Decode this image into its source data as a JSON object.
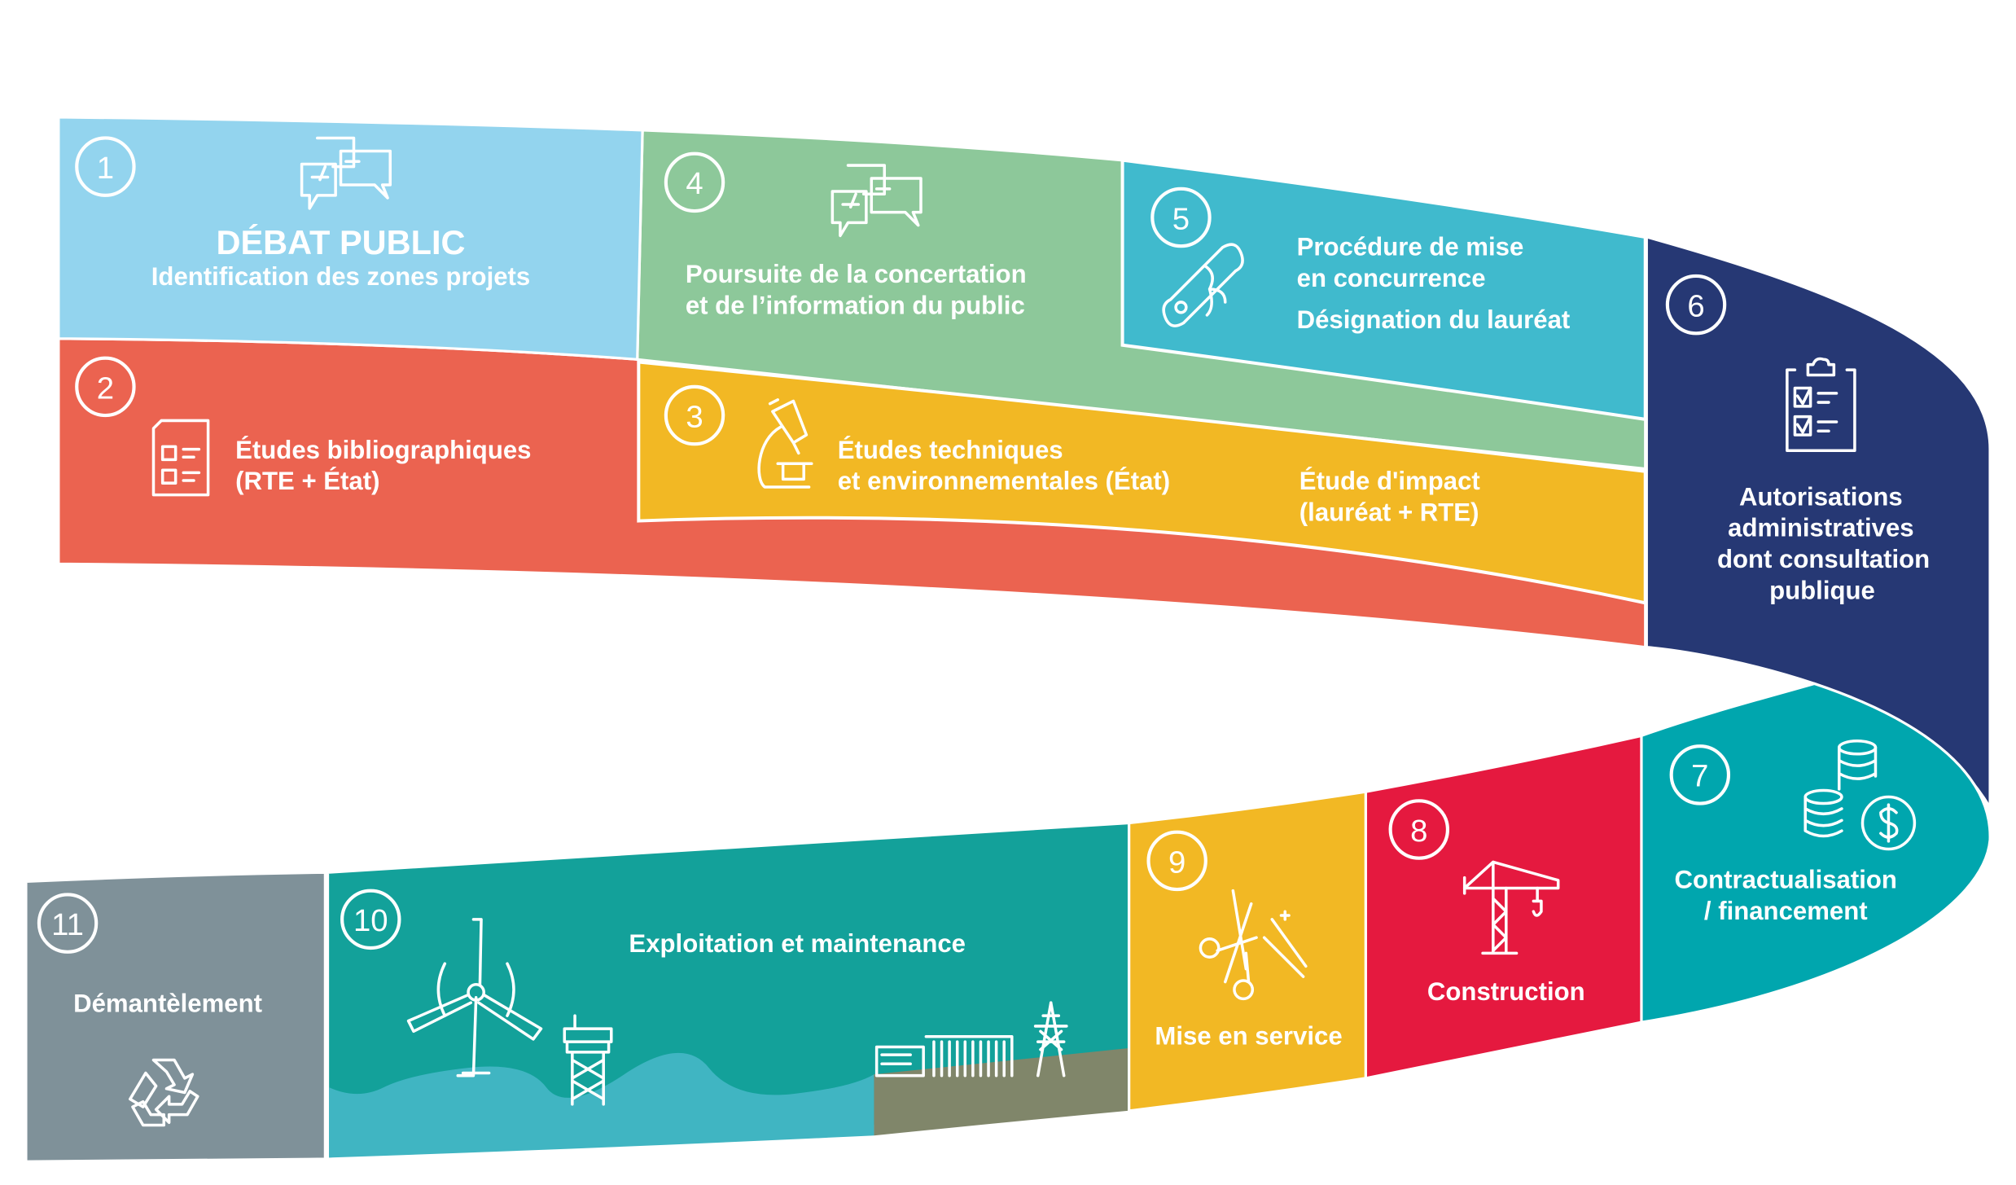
{
  "colors": {
    "step1": "#93D4EE",
    "step2": "#EB6350",
    "step3": "#F2B824",
    "step4": "#8DC89A",
    "step5": "#40BACD",
    "step6": "#263874",
    "step7": "#00A6AE",
    "step8": "#E5193F",
    "step9": "#F2B824",
    "step10": "#13A19A",
    "step11": "#7F9199",
    "water": "#40B5C2",
    "land": "#80866A"
  },
  "steps": [
    {
      "number": "1",
      "title": "DÉBAT PUBLIC",
      "lines": [
        "Identification des zones projets"
      ],
      "icon": "chat-bubbles-icon"
    },
    {
      "number": "2",
      "lines": [
        "Études bibliographiques",
        "(RTE + État)"
      ],
      "icon": "checklist-document-icon"
    },
    {
      "number": "3",
      "lines": [
        "Études techniques",
        "et environnementales (État)"
      ],
      "extra_lines": [
        "Étude d'impact",
        "(lauréat + RTE)"
      ],
      "icon": "microscope-icon"
    },
    {
      "number": "4",
      "lines": [
        "Poursuite de la concertation",
        "et de l’information du public"
      ],
      "icon": "chat-bubbles-icon"
    },
    {
      "number": "5",
      "lines": [
        "Procédure de mise",
        "en concurrence",
        "Désignation du lauréat"
      ],
      "icon": "scroll-diploma-icon"
    },
    {
      "number": "6",
      "lines": [
        "Autorisations",
        "administratives",
        "dont consultation",
        "publique"
      ],
      "icon": "clipboard-checklist-icon"
    },
    {
      "number": "7",
      "lines": [
        "Contractualisation",
        "/ financement"
      ],
      "icon": "coins-dollar-icon"
    },
    {
      "number": "8",
      "lines": [
        "Construction"
      ],
      "icon": "crane-icon"
    },
    {
      "number": "9",
      "lines": [
        "Mise en service"
      ],
      "icon": "ribbon-cutting-scissors-icon"
    },
    {
      "number": "10",
      "lines": [
        "Exploitation et maintenance"
      ],
      "icon": "wind-turbine-substation-icon"
    },
    {
      "number": "11",
      "lines": [
        "Démantèlement"
      ],
      "icon": "recycle-icon"
    }
  ]
}
